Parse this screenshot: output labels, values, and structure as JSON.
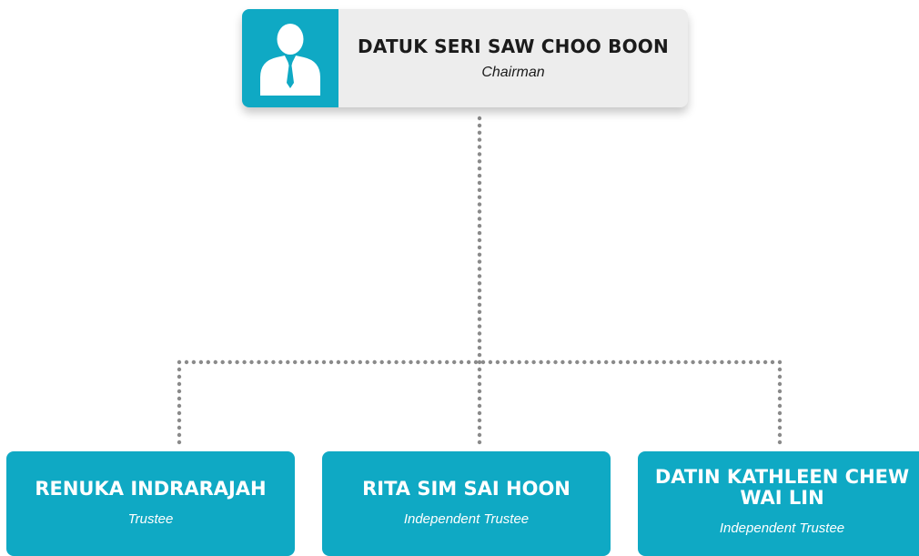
{
  "chairman": {
    "name": "DATUK SERI SAW CHOO BOON",
    "role": "Chairman",
    "icon": "person-icon"
  },
  "trustees": [
    {
      "name": "RENUKA INDRARAJAH",
      "role": "Trustee"
    },
    {
      "name": "RITA SIM SAI HOON",
      "role": "Independent Trustee"
    },
    {
      "name": "DATIN KATHLEEN CHEW WAI LIN",
      "role": "Independent Trustee"
    }
  ],
  "colors": {
    "accent": "#0fa9c4",
    "card_background": "#ededed",
    "connector": "#8a8a8a",
    "text_dark": "#1b1b1b",
    "text_light": "#ffffff"
  }
}
